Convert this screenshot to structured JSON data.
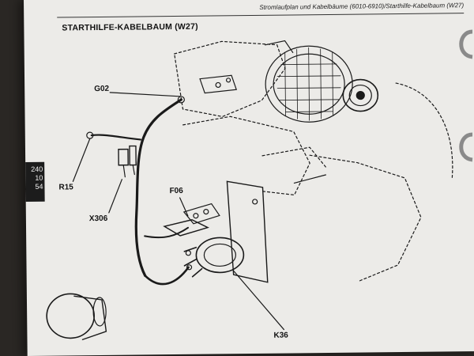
{
  "header": {
    "text": "Stromlaufplan und Kabelbäume (6010-6910)/Starthilfe-Kabelbaum (W27)"
  },
  "section_title": "STARTHILFE-KABELBAUM (W27)",
  "side_tab": {
    "lines": [
      "240",
      "10",
      "54"
    ]
  },
  "callouts": {
    "g02": "G02",
    "r15": "R15",
    "x306": "X306",
    "f06": "F06",
    "k36": "K36"
  },
  "colors": {
    "paper": "#ecebe8",
    "ink": "#1a1a1a",
    "background": "#2a2724",
    "tab": "#1c1c1c"
  }
}
